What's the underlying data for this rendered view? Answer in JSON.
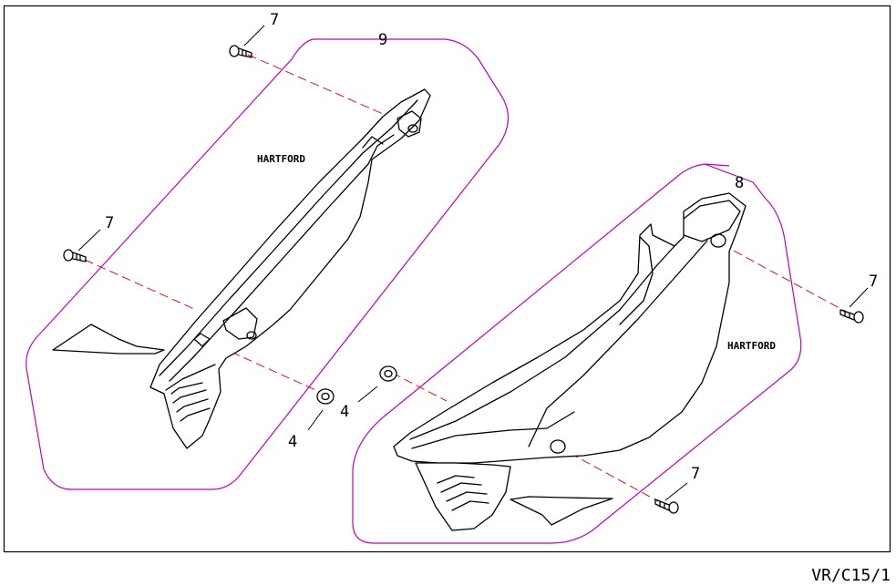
{
  "parts": {
    "right_panel_no": "8",
    "left_panel_no": "9",
    "washer_no": "4",
    "screw_no": "7"
  },
  "brand": "HARTFORD",
  "footer_code": "VR/C15/1",
  "colors": {
    "outline": "#000000",
    "group_outline": "#c000c0",
    "leader_dash": "#e01010"
  },
  "icons": {
    "screw": "screw-icon",
    "washer": "washer-icon"
  }
}
